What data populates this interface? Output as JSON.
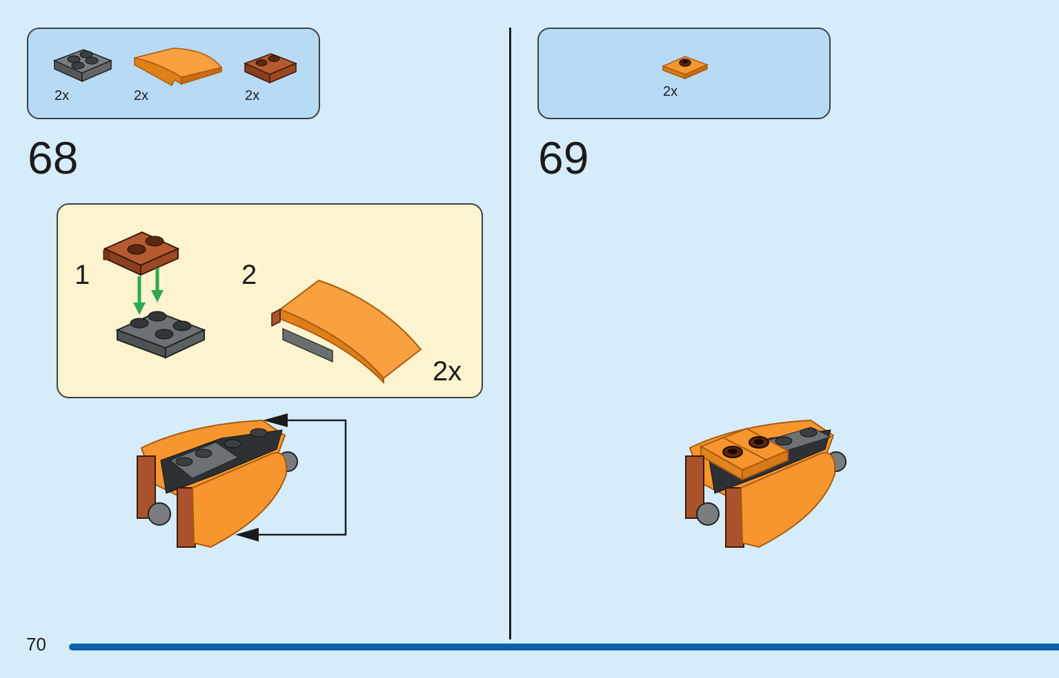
{
  "colors": {
    "background": "#d6ecfa",
    "parts_box": "#b8daf4",
    "sub_box": "#fdf3cf",
    "orange": "#f7962f",
    "brown": "#a9522b",
    "dark_gray": "#6b6e70",
    "arrow_green": "#2fa84f",
    "page_bar": "#0b62aa"
  },
  "step68": {
    "number": "68",
    "parts": [
      {
        "icon": "gray-plate-2x2-icon",
        "qty": "2x"
      },
      {
        "icon": "orange-curved-slope-icon",
        "qty": "2x"
      },
      {
        "icon": "brown-plate-2x2-icon",
        "qty": "2x"
      }
    ],
    "substeps": [
      {
        "number": "1"
      },
      {
        "number": "2"
      }
    ],
    "multiplier": "2x"
  },
  "step69": {
    "number": "69",
    "parts": [
      {
        "icon": "orange-jumper-plate-icon",
        "qty": "2x"
      }
    ]
  },
  "page": {
    "number": "70"
  }
}
